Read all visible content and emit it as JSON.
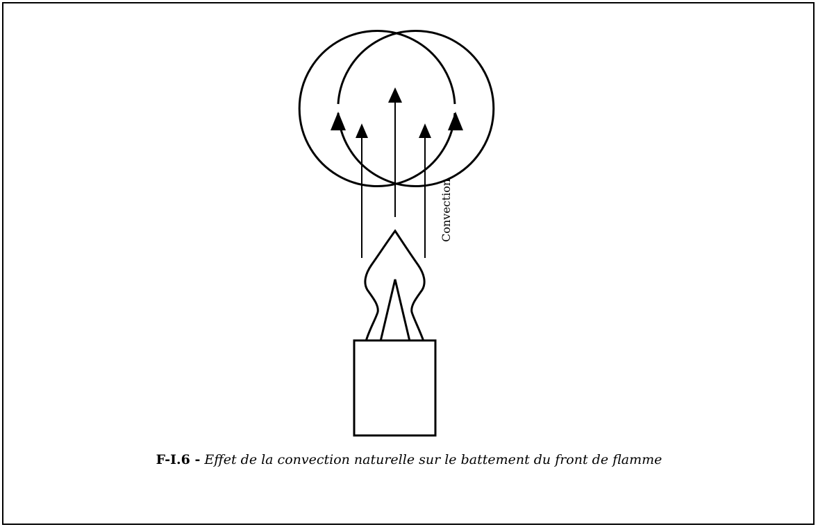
{
  "diagram": {
    "vertical_label": "Convection"
  },
  "caption": {
    "label": "F-I.6 -",
    "text": "Effet de la convection naturelle sur le battement du front de flamme"
  },
  "colors": {
    "stroke": "#000000",
    "background": "#ffffff"
  }
}
